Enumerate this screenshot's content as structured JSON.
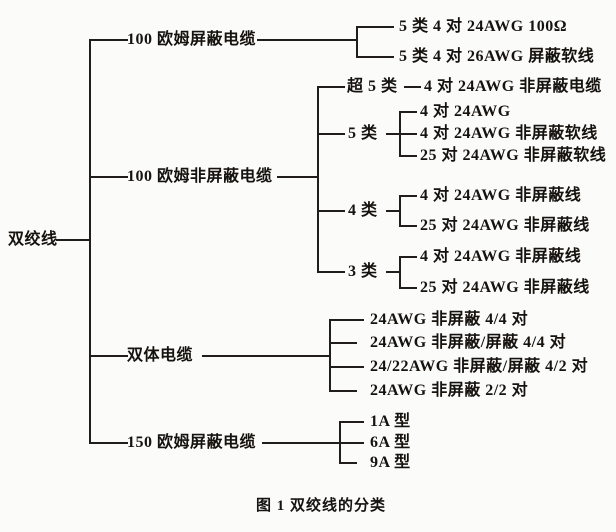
{
  "figure": {
    "caption": "图 1  双绞线的分类"
  },
  "colors": {
    "ink": "#201d1a",
    "paper": "#fbfbf9"
  },
  "tree": {
    "root": {
      "label": "双绞线"
    },
    "branches": [
      {
        "label": "100 欧姆屏蔽电缆",
        "children": [
          {
            "label": "5 类 4 对 24AWG  100Ω"
          },
          {
            "label": "5 类 4 对 26AWG 屏蔽软线"
          }
        ]
      },
      {
        "label": "100 欧姆非屏蔽电缆",
        "children": [
          {
            "label": "超 5 类",
            "children": [
              {
                "label": "4 对 24AWG 非屏蔽电缆"
              }
            ]
          },
          {
            "label": "5 类",
            "children": [
              {
                "label": "4 对 24AWG"
              },
              {
                "label": "4 对 24AWG 非屏蔽软线"
              },
              {
                "label": "25 对 24AWG 非屏蔽软线"
              }
            ]
          },
          {
            "label": "4 类",
            "children": [
              {
                "label": "4 对 24AWG 非屏蔽线"
              },
              {
                "label": "25 对 24AWG 非屏蔽线"
              }
            ]
          },
          {
            "label": "3 类",
            "children": [
              {
                "label": "4 对 24AWG 非屏蔽线"
              },
              {
                "label": "25 对 24AWG 非屏蔽线"
              }
            ]
          }
        ]
      },
      {
        "label": "双体电缆",
        "children": [
          {
            "label": "24AWG 非屏蔽 4/4 对"
          },
          {
            "label": "24AWG 非屏蔽/屏蔽 4/4 对"
          },
          {
            "label": "24/22AWG 非屏蔽/屏蔽 4/2 对"
          },
          {
            "label": "24AWG 非屏蔽 2/2 对"
          }
        ]
      },
      {
        "label": "150 欧姆屏蔽电缆",
        "children": [
          {
            "label": "1A 型"
          },
          {
            "label": "6A 型"
          },
          {
            "label": "9A 型"
          }
        ]
      }
    ]
  }
}
